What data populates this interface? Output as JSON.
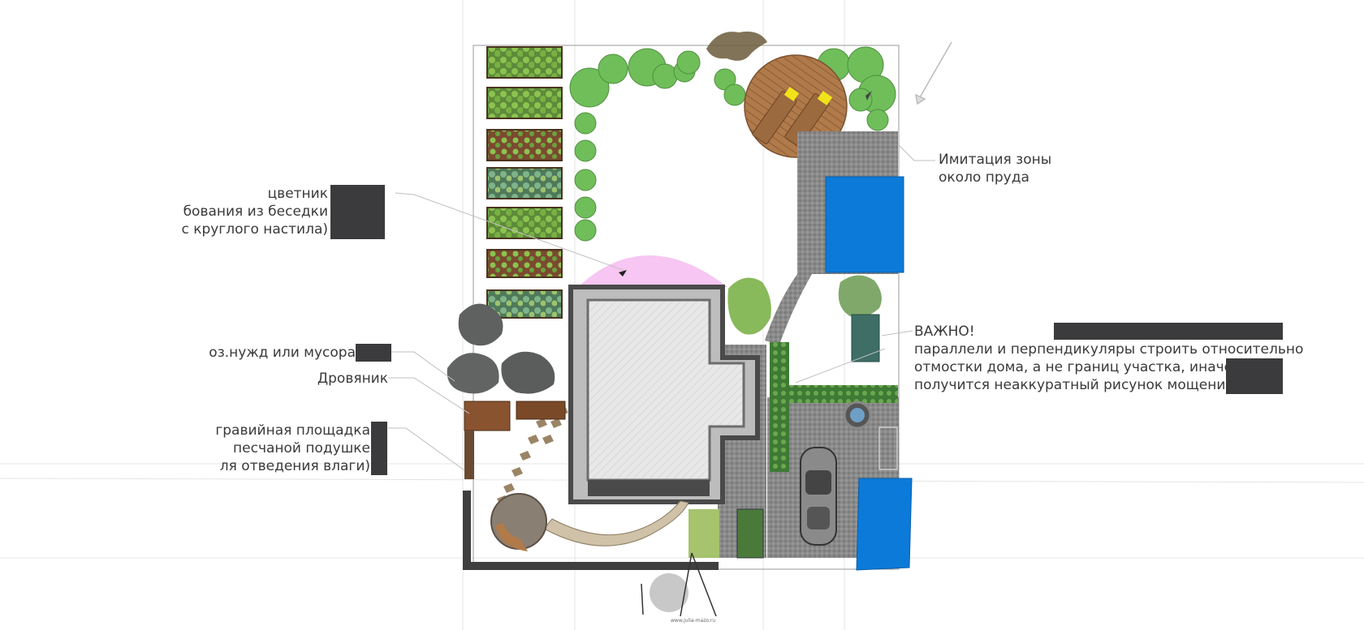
{
  "labels": {
    "flowerbed": [
      "цветник",
      "бования из беседки",
      "с круглого настила)"
    ],
    "storage": "оз.нужд или мусора",
    "woodshed": "Дровяник",
    "playground": [
      "гравийная площадка",
      "песчаной подушке",
      "ля отведения влаги)"
    ],
    "pond": [
      "Имитация зоны",
      "около пруда"
    ],
    "note": [
      "ВАЖНО!",
      "параллели и перпендикуляры строить относительно",
      "отмостки дома, а не границ участка, иначе",
      "получится неаккуратный рисунок мощения.л."
    ]
  },
  "logo": {
    "credit": "www.julia-mazo.ru"
  },
  "colors": {
    "tree_green": "#6fbe5a",
    "pond_blue": "#0c7ad8",
    "paving_gray": "#8a8a8a",
    "deck_wood": "#b07a4a",
    "house_roof": "#e6e6e6",
    "house_edge": "#555555",
    "lawn_pink": "#f7c6f2"
  },
  "icons": [
    "tree-icon",
    "shrub-icon",
    "car-icon",
    "sun-lounger-icon",
    "arrow-icon",
    "logo-icon"
  ]
}
